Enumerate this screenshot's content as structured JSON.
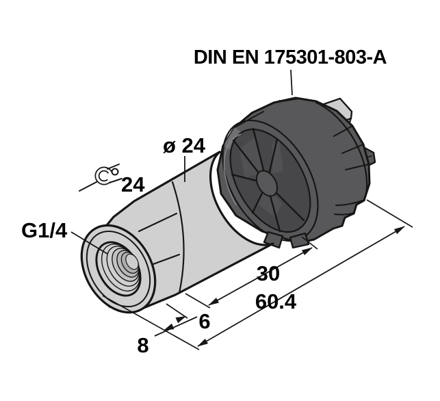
{
  "figure": {
    "type": "technical-dimension-drawing",
    "subject": "pressure transmitter with DIN plug connector",
    "background_color": "#ffffff",
    "line_color": "#161616",
    "body_color": "#d0d0d0",
    "connector_color": "#58585a",
    "cavity_color": "#47474a",
    "labels": {
      "connector_standard": "DIN EN 175301-803-A",
      "body_diameter": "ø 24",
      "wrench_size": "24",
      "thread": "G1/4"
    },
    "dimensions": {
      "body_length": "30",
      "overall_length": "60.4",
      "hex_length": "6",
      "port_length": "8"
    },
    "icons": [
      "wrench-icon"
    ]
  }
}
